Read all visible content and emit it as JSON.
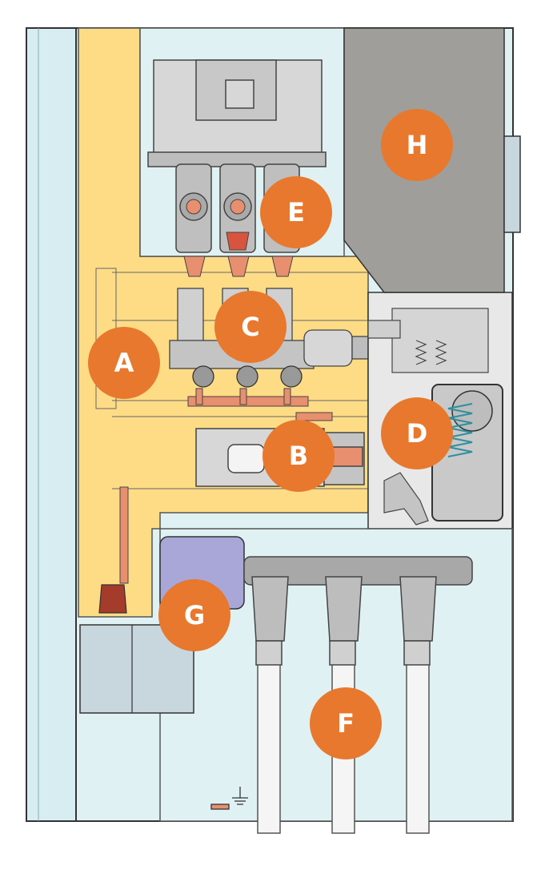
{
  "colors": {
    "insulation_yellow": "#fedc86",
    "panel_light": "#e0f1f3",
    "compartment_grey": "#9f9e9a",
    "mechanism_grey": "#d9d9d9",
    "copper": "#e78f6f",
    "ct_lavender": "#a9a7d8",
    "badge_orange": "#e8782d",
    "outline": "#333333"
  },
  "labels": {
    "A": "A",
    "B": "B",
    "C": "C",
    "D": "D",
    "E": "E",
    "F": "F",
    "G": "G",
    "H": "H"
  }
}
